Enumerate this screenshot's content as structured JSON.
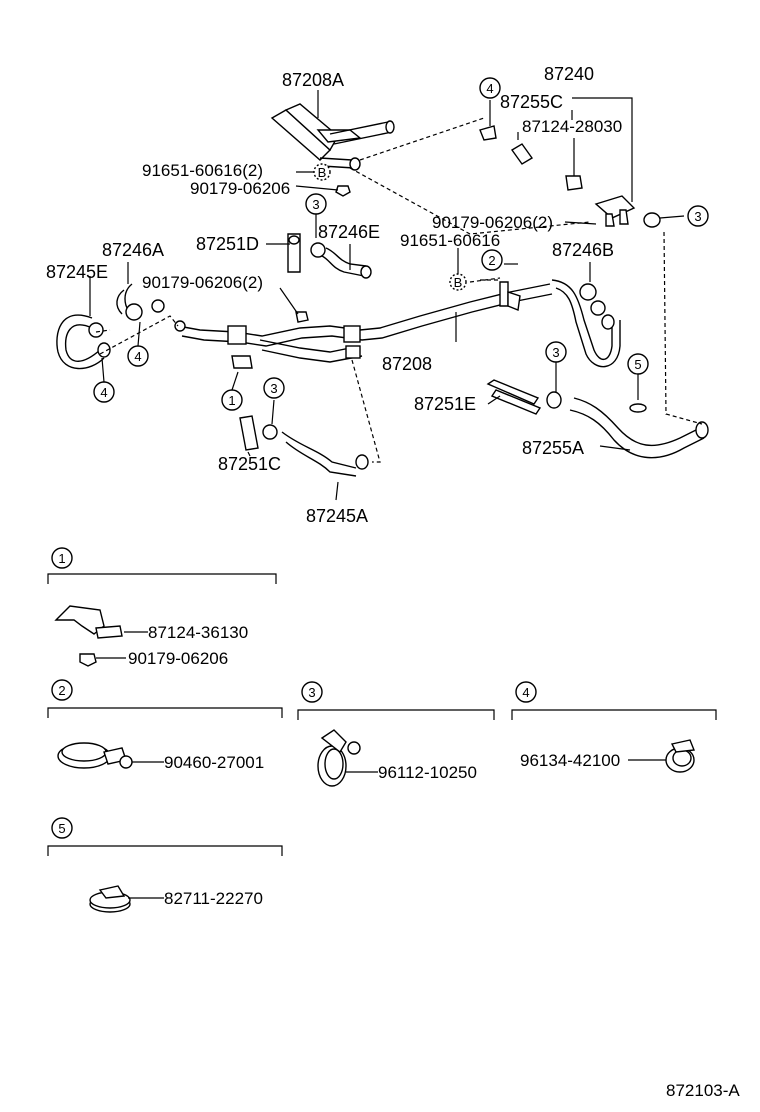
{
  "main": {
    "labels": {
      "p87208A": "87208A",
      "p87240": "87240",
      "p87255C": "87255C",
      "p87124_28030": "87124-28030",
      "p91651_60616_2": "91651-60616(2)",
      "p90179_06206_top": "90179-06206",
      "p90179_06206_2_right": "90179-06206(2)",
      "p91651_60616": "91651-60616",
      "p87246E": "87246E",
      "p87251D": "87251D",
      "p87246A": "87246A",
      "p87245E": "87245E",
      "p90179_06206_2_left": "90179-06206(2)",
      "p87246B": "87246B",
      "p87208": "87208",
      "p87251E": "87251E",
      "p87255A": "87255A",
      "p87251C": "87251C",
      "p87245A": "87245A"
    },
    "markers": {
      "n1": "1",
      "n2": "2",
      "n3": "3",
      "n4": "4",
      "n5": "5",
      "b": "B"
    }
  },
  "details": {
    "d1": {
      "num": "1",
      "part1": "87124-36130",
      "part2": "90179-06206"
    },
    "d2": {
      "num": "2",
      "part": "90460-27001"
    },
    "d3": {
      "num": "3",
      "part": "96112-10250"
    },
    "d4": {
      "num": "4",
      "part": "96134-42100"
    },
    "d5": {
      "num": "5",
      "part": "82711-22270"
    }
  },
  "footer": {
    "code": "872103-A"
  }
}
